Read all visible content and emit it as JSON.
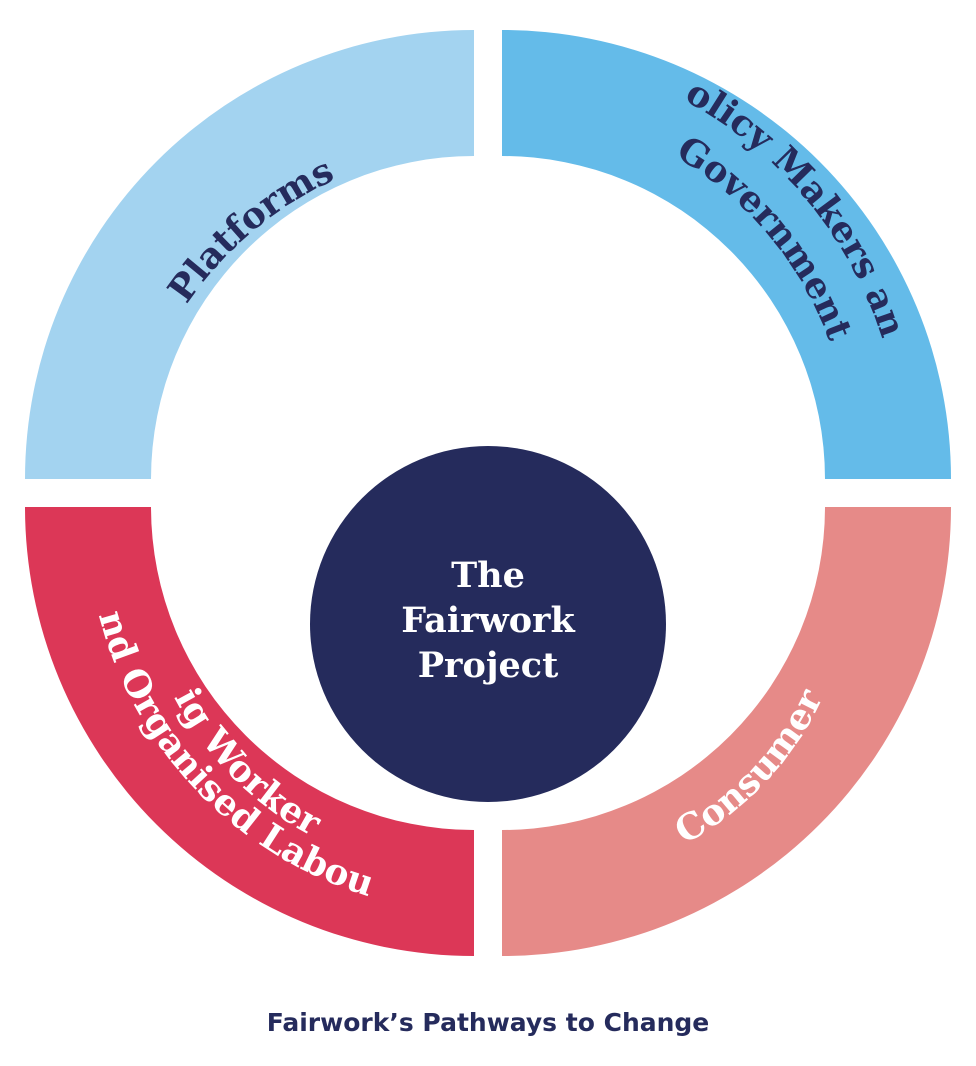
{
  "diagram": {
    "center": {
      "lines": [
        "The",
        "Fairwork",
        "Project"
      ],
      "color": "#252b5c"
    },
    "segments": [
      {
        "id": "platforms",
        "lines": [
          "Platforms"
        ],
        "color": "#a3d3f0",
        "text_color": "#252b5c"
      },
      {
        "id": "policy",
        "lines": [
          "Policy Makers and",
          "Government"
        ],
        "color": "#64bbe9",
        "text_color": "#252b5c"
      },
      {
        "id": "consumers",
        "lines": [
          "Consumers"
        ],
        "color": "#e68a88",
        "text_color": "#ffffff"
      },
      {
        "id": "gig-workers",
        "lines": [
          "Gig Workers",
          "and Organised Labour"
        ],
        "color": "#dc3757",
        "text_color": "#ffffff"
      }
    ]
  },
  "caption": "Fairwork’s Pathways to Change"
}
